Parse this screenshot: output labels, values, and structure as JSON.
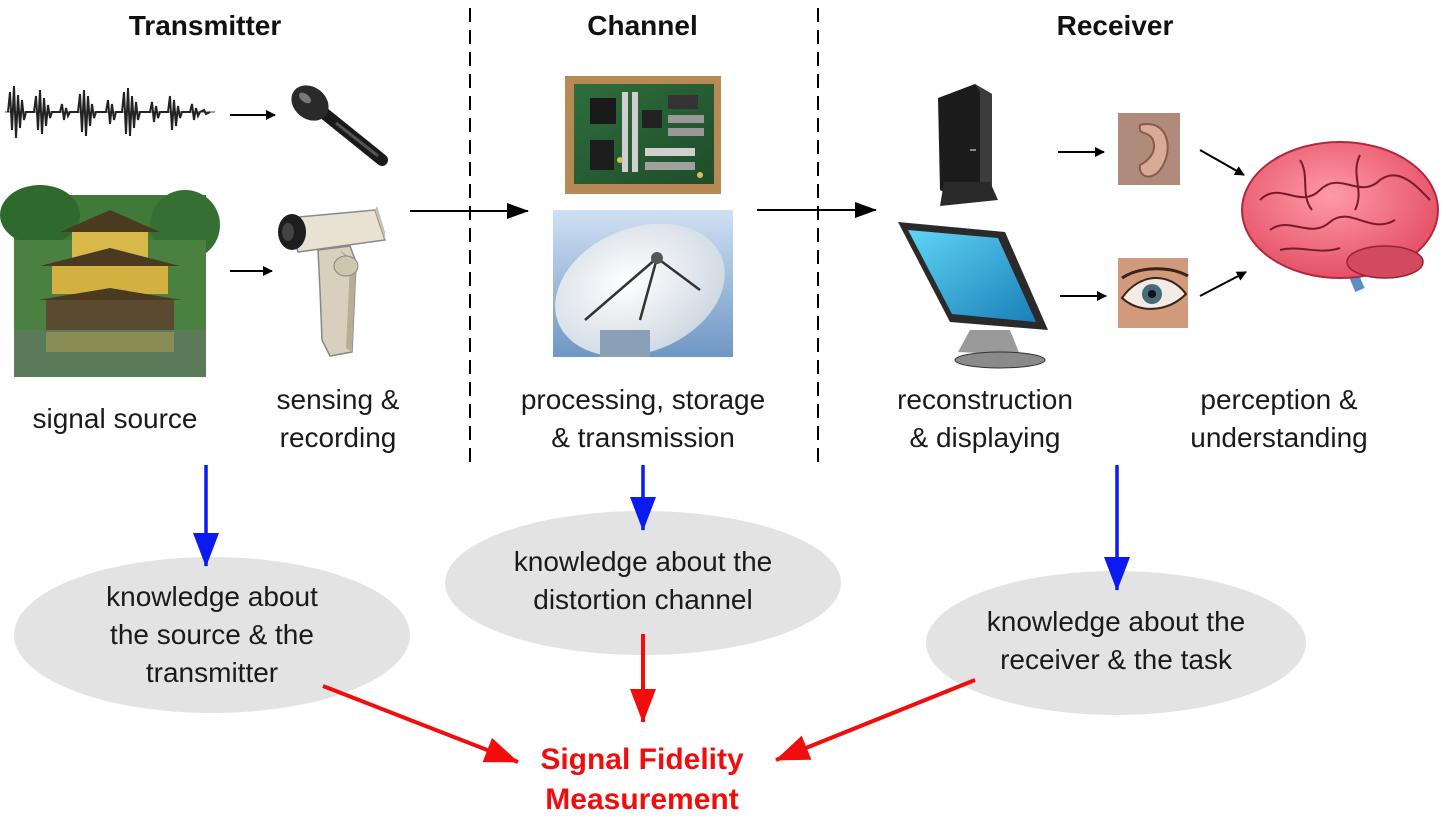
{
  "headers": {
    "transmitter": "Transmitter",
    "channel": "Channel",
    "receiver": "Receiver"
  },
  "stages": {
    "signal_source": "signal source",
    "sensing": "sensing &\nrecording",
    "processing": "processing, storage\n& transmission",
    "reconstruction": "reconstruction\n& displaying",
    "perception": "perception &\nunderstanding"
  },
  "knowledge": {
    "source": "knowledge about\nthe source & the\ntransmitter",
    "channel": "knowledge about the\ndistortion channel",
    "receiver": "knowledge about the\nreceiver & the task"
  },
  "result": "Signal Fidelity\nMeasurement",
  "colors": {
    "blue_arrow": "#0a1af0",
    "red_arrow": "#f20d0d",
    "oval": "#e3e3e3",
    "result_text": "#f20d0d"
  },
  "icons": [
    "waveform-icon",
    "microphone-icon",
    "pagoda-photo",
    "camcorder-icon",
    "circuit-board-photo",
    "satellite-dish-photo",
    "speaker-icon",
    "monitor-icon",
    "ear-photo",
    "eye-photo",
    "brain-icon"
  ]
}
